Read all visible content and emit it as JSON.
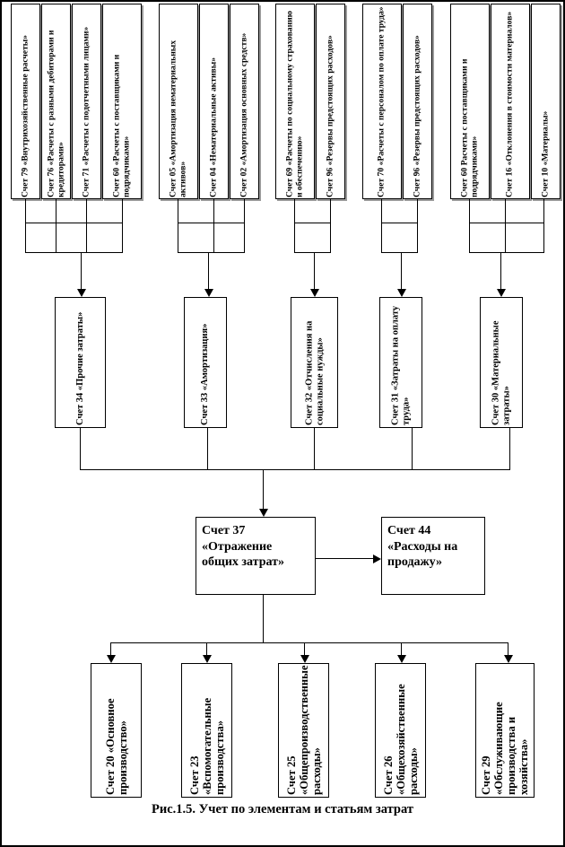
{
  "figure": {
    "caption": "Рис.1.5. Учет по элементам и статьям затрат",
    "ink_color": "#000000",
    "background_color": "#ffffff"
  },
  "top_row": {
    "groups": [
      {
        "group_name": "other-costs-sources",
        "boxes": [
          {
            "label": "Счет 79 «Внутрихозяйственные расчеты»"
          },
          {
            "label": "Счет 76 «Расчеты с разными дебиторами и кредиторами»"
          },
          {
            "label": "Счет 71 «Расчеты с подотчетными лицами»"
          },
          {
            "label": "Счет 60 «Расчеты с поставщиками и подрядчиками»"
          }
        ]
      },
      {
        "group_name": "amortization-sources",
        "boxes": [
          {
            "label": "Счет 05 «Амортизация нематериальных активов»"
          },
          {
            "label": "Счет 04 «Нематериальные активы»"
          },
          {
            "label": "Счет 02 «Амортизация основных средств»"
          }
        ]
      },
      {
        "group_name": "social-needs-sources",
        "boxes": [
          {
            "label": "Счет 69 «Расчеты по социальному страхованию и обеспечению»"
          },
          {
            "label": "Счет 96 «Резервы предстоящих расходов»"
          }
        ]
      },
      {
        "group_name": "labour-costs-sources",
        "boxes": [
          {
            "label": "Счет 70 «Расчеты с персоналом по оплате труда»"
          },
          {
            "label": "Счет 96 «Резервы предстоящих расходов»"
          }
        ]
      },
      {
        "group_name": "material-costs-sources",
        "boxes": [
          {
            "label": "Счет 60 Расчеты с поставщиками и подрядчиками»"
          },
          {
            "label": "Счет 16 «Отклонения в стоимости материалов»"
          },
          {
            "label": "Счет 10 «Материалы»"
          }
        ]
      }
    ]
  },
  "middle_row": {
    "boxes": [
      {
        "label": "Счет 34 «Прочие затраты»"
      },
      {
        "label": "Счет 33 «Амортизация»"
      },
      {
        "label": "Счет 32 «Отчисления на социальные нужды»"
      },
      {
        "label": "Счет 31 «Затраты на оплату труда»"
      },
      {
        "label": "Счет 30 «Материальные затраты»"
      }
    ]
  },
  "center_row": {
    "boxes": [
      {
        "lines": [
          "Счет 37",
          "«Отражение",
          "общих затрат»"
        ]
      },
      {
        "lines": [
          "Счет 44",
          "«Расходы на",
          "продажу»"
        ]
      }
    ]
  },
  "bottom_row": {
    "boxes": [
      {
        "label": "Счет 20 «Основное производство»"
      },
      {
        "label": "Счет 23 «Вспомогательные производства»"
      },
      {
        "label": "Счет 25 «Общепроизводственные расходы»"
      },
      {
        "label": "Счет 26 «Общехозяйственные расходы»"
      },
      {
        "label": "Счет 29 «Обслуживающие производства и хозяйства»"
      }
    ]
  }
}
